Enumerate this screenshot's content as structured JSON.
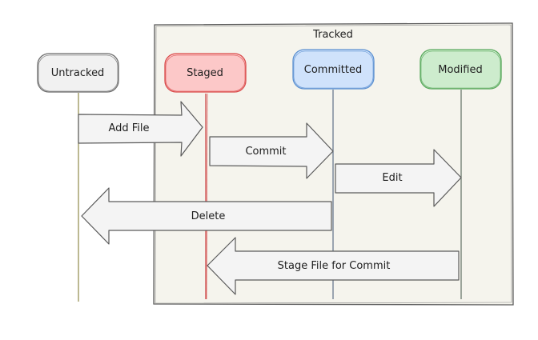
{
  "diagram": {
    "container": {
      "label": "Tracked",
      "fill": "#f5f4ed",
      "stroke": "#5a5a5a"
    },
    "states": {
      "untracked": {
        "label": "Untracked",
        "fill": "#f1f1f1",
        "stroke": "#6b6b6b",
        "line": "#8f8a4a"
      },
      "staged": {
        "label": "Staged",
        "fill": "#fcc8c8",
        "stroke": "#d94a4a",
        "line": "#c93b3b"
      },
      "committed": {
        "label": "Committed",
        "fill": "#cfe2fb",
        "stroke": "#5a8fd0",
        "line": "#5d7088"
      },
      "modified": {
        "label": "Modified",
        "fill": "#cdeccd",
        "stroke": "#58a85b",
        "line": "#5f6e64"
      }
    },
    "transitions": {
      "add_file": {
        "label": "Add File",
        "from": "Untracked",
        "to": "Staged"
      },
      "commit": {
        "label": "Commit",
        "from": "Staged",
        "to": "Committed"
      },
      "edit": {
        "label": "Edit",
        "from": "Committed",
        "to": "Modified"
      },
      "delete": {
        "label": "Delete",
        "from": "Committed",
        "to": "Untracked"
      },
      "stage_file": {
        "label": "Stage File for Commit",
        "from": "Modified",
        "to": "Staged"
      }
    },
    "arrow_fill": "#f4f4f4",
    "arrow_stroke": "#5a5a5a"
  }
}
